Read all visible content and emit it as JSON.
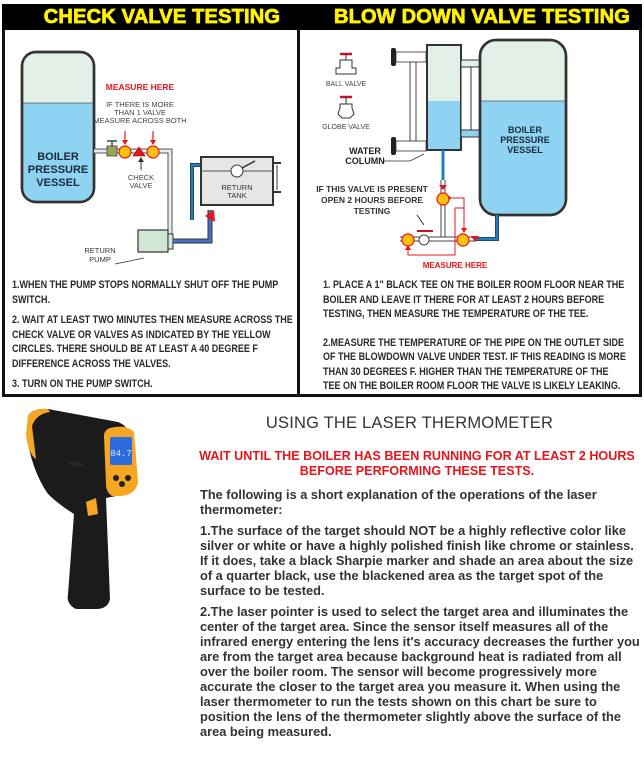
{
  "headers": {
    "check_valve": "CHECK VALVE TESTING",
    "blow_down": "BLOW DOWN VALVE TESTING"
  },
  "check_valve_diagram": {
    "measure_here": "MEASURE HERE",
    "note_line1": "IF THERE IS MORE",
    "note_line2": "THAN 1 VALVE",
    "note_line3": "MEASURE ACROSS BOTH",
    "vessel_line1": "BOILER",
    "vessel_line2": "PRESSURE",
    "vessel_line3": "VESSEL",
    "check_valve_line1": "CHECK",
    "check_valve_line2": "VALVE",
    "tank_line1": "RETURN",
    "tank_line2": "TANK",
    "pump_line1": "RETURN",
    "pump_line2": "PUMP"
  },
  "check_valve_steps": [
    "1.WHEN THE PUMP STOPS NORMALLY SHUT OFF THE PUMP SWITCH.",
    "2. WAIT AT LEAST TWO MINUTES THEN MEASURE ACROSS THE CHECK VALVE OR VALVES AS INDICATED BY THE YELLOW CIRCLES. THERE SHOULD BE AT LEAST A 40 DEGREE F DIFFERENCE ACROSS THE VALVES.",
    "3. TURN ON THE PUMP SWITCH."
  ],
  "blow_down_diagram": {
    "ball_valve": "BALL VALVE",
    "globe_valve": "GLOBE VALVE",
    "water_column_line1": "WATER",
    "water_column_line2": "COLUMN",
    "vessel_line1": "BOILER",
    "vessel_line2": "PRESSURE",
    "vessel_line3": "VESSEL",
    "valve_note_line1": "IF THIS VALVE IS PRESENT",
    "valve_note_line2": "OPEN 2 HOURS BEFORE",
    "valve_note_line3": "TESTING",
    "measure_here": "MEASURE HERE"
  },
  "blow_down_steps": [
    "1. PLACE A 1\" BLACK TEE ON THE BOILER ROOM FLOOR NEAR THE BOILER AND LEAVE IT THERE FOR AT LEAST 2 HOURS BEFORE TESTING, THEN MEASURE THE TEMPERATURE OF THE TEE.",
    "2.MEASURE THE TEMPERATURE OF THE PIPE ON THE OUTLET SIDE OF THE BLOWDOWN VALVE UNDER TEST. IF THIS READING IS MORE THAN 30 DEGREES F. HIGHER THAN THE TEMPERATURE OF THE TEE ON THE BOILER ROOM FLOOR THE VALVE IS LIKELY LEAKING."
  ],
  "thermometer": {
    "display_reading": "84.7"
  },
  "laser_section": {
    "title": "USING THE LASER THERMOMETER",
    "warning": "WAIT UNTIL THE BOILER HAS BEEN RUNNING FOR AT LEAST  2 HOURS BEFORE PERFORMING THESE TESTS.",
    "intro": "The following is a short explanation of the operations of the laser thermometer:",
    "points": [
      "1.The surface of the target should NOT be a highly reflective color like silver or white or have a highly polished finish like chrome or stainless. If it does, take a black Sharpie marker and shade an area about the size of a quarter black, use the blackened area as the target spot of the surface to be tested.",
      "2.The laser pointer is used to select the target area and illuminates the center of the target area. Since the sensor itself measures all of the infrared energy entering the lens it's accuracy decreases the further you are from the target area because background heat is radiated from all over the boiler room. The sensor will become progressively more accurate the closer to the target area you measure it. When using the laser thermometer to run the tests shown on this chart be sure to position the lens of the thermometer slightly above the surface of the area being measured."
    ]
  },
  "colors": {
    "header_text": "#fff200",
    "header_bg": "#000000",
    "warning_red": "#e8141b",
    "water_blue": "#8fd3f2",
    "air_green": "#e2f0e8",
    "measure_yellow": "#ffc20e"
  }
}
